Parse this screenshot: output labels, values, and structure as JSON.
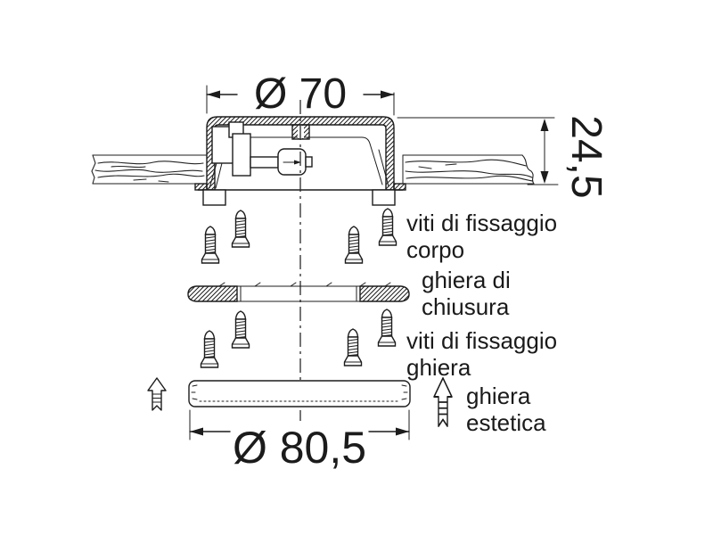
{
  "diagram_title": "recessed-light-installation-cross-section",
  "dimensions": {
    "top_diameter": "Ø 70",
    "side_height": "24,5",
    "bottom_diameter": "Ø 80,5"
  },
  "labels": {
    "screws_body": {
      "line1": "viti di fissaggio",
      "line2": "corpo"
    },
    "ring_closure": {
      "line1": "ghiera di",
      "line2": "chiusura"
    },
    "screws_ring": {
      "line1": "viti di fissaggio",
      "line2": "ghiera"
    },
    "ring_aesthetic": {
      "line1": "ghiera",
      "line2": "estetica"
    }
  },
  "icons": {
    "screw": "screw-icon",
    "up_arrow": "up-arrow-icon"
  },
  "colors": {
    "line": "#1c1c1c",
    "text": "#1a1a1a",
    "background": "#ffffff"
  }
}
